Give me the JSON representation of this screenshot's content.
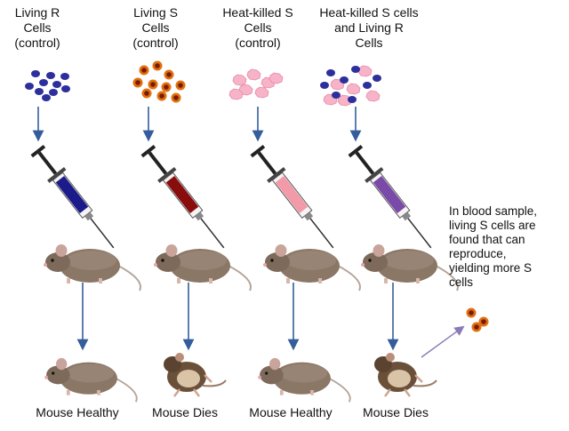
{
  "columns": [
    {
      "title": "Living R\nCells\n(control)",
      "outcome": "Mouse Healthy",
      "syringe_color": "#1b1b8a",
      "cells": "R",
      "mouse_state": "healthy"
    },
    {
      "title": "Living S\nCells\n(control)",
      "outcome": "Mouse Dies",
      "syringe_color": "#8a0d0d",
      "cells": "S",
      "mouse_state": "dead"
    },
    {
      "title": "Heat-killed S\nCells\n(control)",
      "outcome": "Mouse Healthy",
      "syringe_color": "#f29aa8",
      "cells": "killedS",
      "mouse_state": "healthy"
    },
    {
      "title": "Heat-killed S cells\nand Living R\nCells",
      "outcome": "Mouse Dies",
      "syringe_color": "#7a4aa8",
      "cells": "mixed",
      "mouse_state": "dead"
    }
  ],
  "note": "In blood sample,\nliving S cells are\nfound that can\nreproduce,\nyielding more S\ncells",
  "colors": {
    "r_cell": "#2d2f9c",
    "s_cell_outer": "#e0700d",
    "s_cell_inner": "#7a1a0a",
    "killed_cell": "#f7b3c8",
    "arrow_blue": "#355d9c",
    "arrow_purple": "#8a7ab8",
    "mouse_fur": "#8a7766"
  }
}
